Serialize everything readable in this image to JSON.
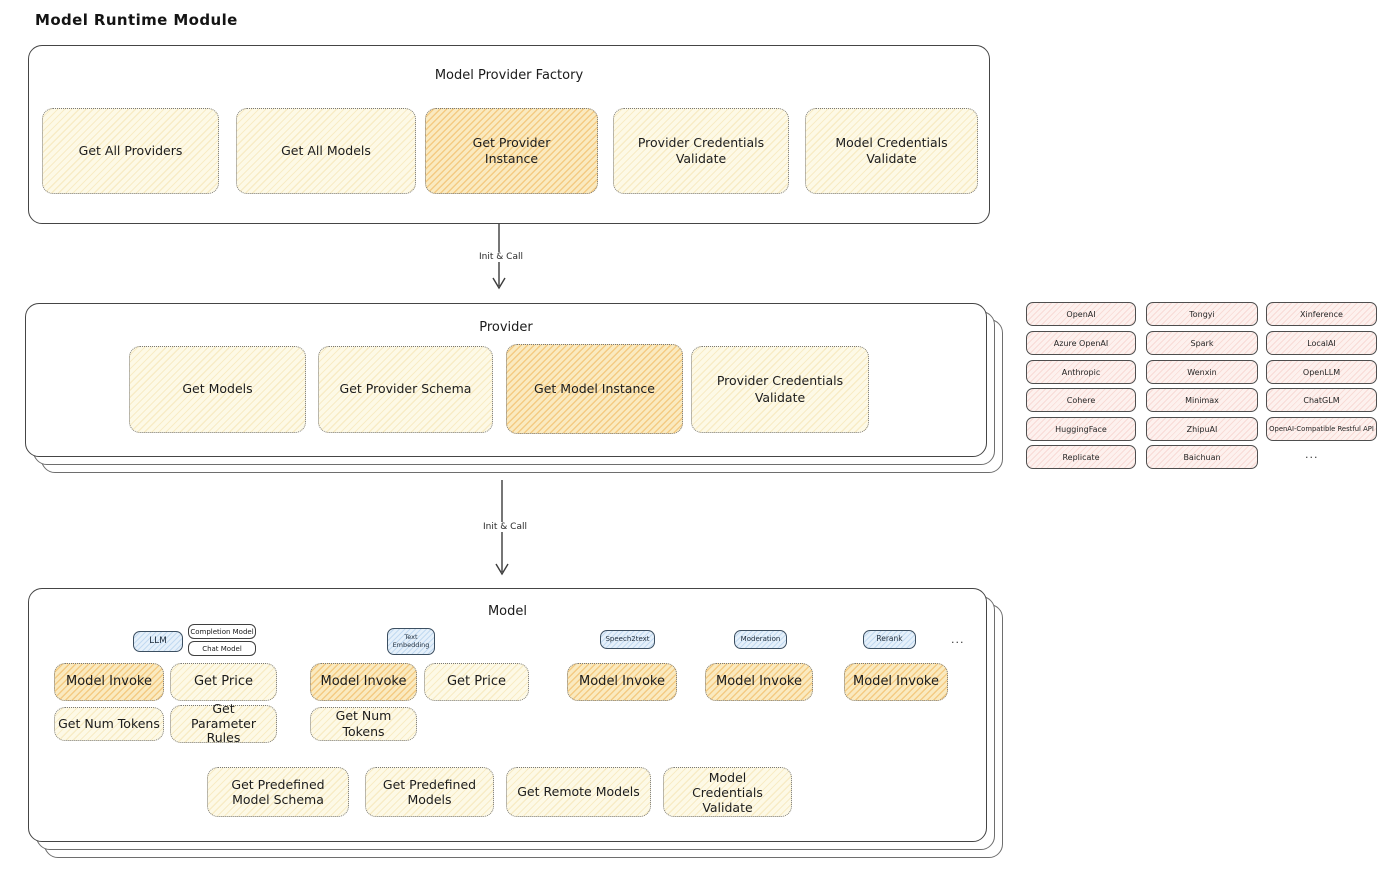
{
  "page": {
    "title": "Model Runtime Module"
  },
  "colors": {
    "box_cream": "#fdf9e6",
    "box_highlight_orange": "#f6d79a",
    "provider_chip_pink": "#fdf1ee",
    "tag_blue": "#e5f0fa",
    "ink": "#1b1b1b"
  },
  "factory": {
    "title": "Model Provider Factory",
    "boxes": [
      {
        "label": "Get All Providers"
      },
      {
        "label": "Get All Models"
      },
      {
        "label": "Get Provider Instance"
      },
      {
        "label": "Provider Credentials Validate"
      },
      {
        "label": "Model Credentials Validate"
      }
    ]
  },
  "arrow1": {
    "label": "Init & Call"
  },
  "arrow2": {
    "label": "Init & Call"
  },
  "provider": {
    "title": "Provider",
    "boxes": [
      {
        "label": "Get Models"
      },
      {
        "label": "Get Provider Schema"
      },
      {
        "label": "Get Model Instance"
      },
      {
        "label": "Provider Credentials Validate"
      }
    ]
  },
  "grid": {
    "rows": [
      [
        "OpenAI",
        "Tongyi",
        "Xinference"
      ],
      [
        "Azure OpenAI",
        "Spark",
        "LocalAI"
      ],
      [
        "Anthropic",
        "Wenxin",
        "OpenLLM"
      ],
      [
        "Cohere",
        "Minimax",
        "ChatGLM"
      ],
      [
        "HuggingFace",
        "ZhipuAI",
        "OpenAI-Compatible Restful API"
      ],
      [
        "Replicate",
        "Baichuan",
        "..."
      ]
    ]
  },
  "model": {
    "title": "Model",
    "tags": {
      "llm": "LLM",
      "completion": "Completion Model",
      "chat": "Chat Model",
      "text_embedding": "Text Embedding",
      "speech2text": "Speech2text",
      "moderation": "Moderation",
      "rerank": "Rerank",
      "more": "..."
    },
    "llm_group": [
      "Model Invoke",
      "Get Price",
      "Get Num Tokens",
      "Get Parameter Rules"
    ],
    "embedding_group": [
      "Model Invoke",
      "Get Price",
      "Get Num Tokens"
    ],
    "speech2text_group": [
      "Model Invoke"
    ],
    "moderation_group": [
      "Model Invoke"
    ],
    "rerank_group": [
      "Model Invoke"
    ],
    "common": [
      "Get Predefined Model Schema",
      "Get Predefined Models",
      "Get Remote Models",
      "Model Credentials Validate"
    ]
  }
}
